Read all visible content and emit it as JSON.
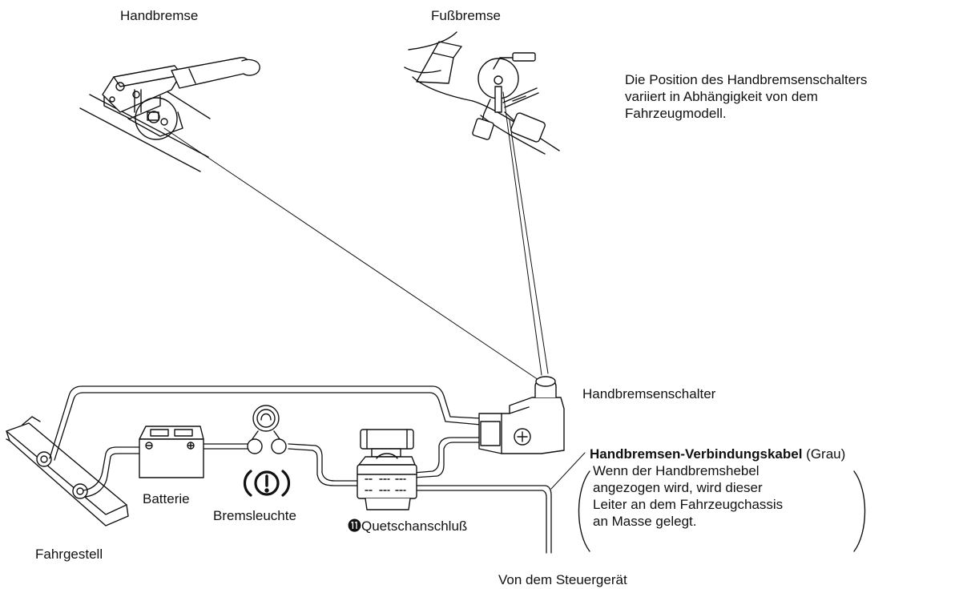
{
  "labels": {
    "handbremse": "Handbremse",
    "fussbremse": "Fußbremse",
    "handbremsenschalter": "Handbremsenschalter",
    "batterie": "Batterie",
    "bremsleuchte": "Bremsleuchte",
    "fahrgestell": "Fahrgestell",
    "quetsch_number": "⓫",
    "quetsch_text": "Quetschanschluß",
    "steuergeraet": "Von dem Steuergerät"
  },
  "position_note": {
    "line1": "Die Position des Handbremsenschalters",
    "line2": "variiert in Abhängigkeit von dem",
    "line3": "Fahrzeugmodell."
  },
  "cable_note": {
    "title_bold": "Handbremsen-Verbindungskabel",
    "title_suffix": " (Grau)",
    "line1": "Wenn der Handbremshebel",
    "line2": "angezogen wird, wird dieser",
    "line3": "Leiter an dem Fahrzeugchassis",
    "line4": "an Masse gelegt."
  }
}
